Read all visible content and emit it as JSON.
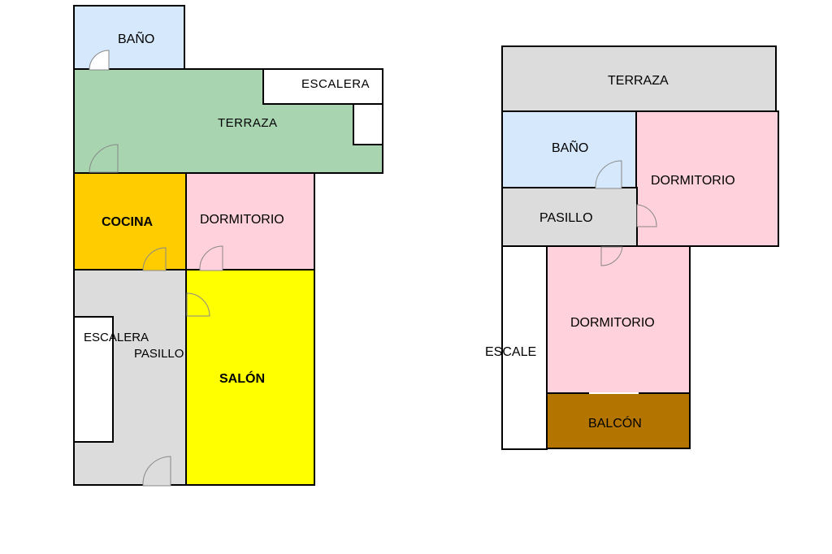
{
  "plan_left": {
    "bano": "BAÑO",
    "escalera_top": "ESCALERA",
    "terraza": "TERRAZA",
    "cocina": "COCINA",
    "dormitorio": "DORMITORIO",
    "escalera_vertical": "ESCALERA",
    "pasillo_vertical": "PASILLO",
    "salon": "SALÓN"
  },
  "plan_right": {
    "terraza": "TERRAZA",
    "bano": "BAÑO",
    "dormitorio_top": "DORMITORIO",
    "pasillo": "PASILLO",
    "escalera": "ESCALE",
    "dormitorio_bottom": "DORMITORIO",
    "balcon": "BALCÓN"
  },
  "colors": {
    "bano": "#d6e8fb",
    "terraza_green": "#a8d5b0",
    "cocina": "#ffcc00",
    "dormitorio": "#ffd1dc",
    "pasillo": "#dcdcdc",
    "salon": "#ffff00",
    "balcon": "#b37400",
    "escalera": "#ffffff"
  }
}
